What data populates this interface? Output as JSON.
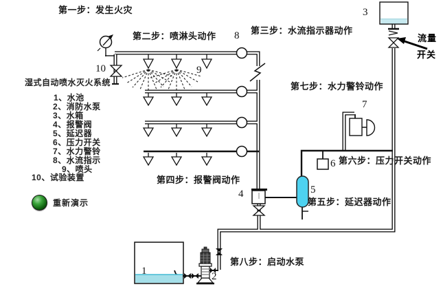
{
  "steps": {
    "step1": "第一步：发生火灾",
    "step2": "第二步：喷淋头动作",
    "step3": "第三步：水流指示器动作",
    "step4": "第四步：报警阀动作",
    "step5": "第五步：延迟器动作",
    "step6": "第六步：压力开关动作",
    "step7": "第七步：水力警铃动作",
    "step8": "第八步：启动水泵"
  },
  "legend": {
    "title": "湿式自动喷水灭火系统",
    "items": [
      "1、水池",
      "2、消防水泵",
      "3、水箱",
      "4、报警阀",
      "5、延迟器",
      "6、压力开关",
      "7、水力警铃",
      "8、水流指示",
      "9、喷头",
      "10、试验装置"
    ]
  },
  "replay_label": "重新演示",
  "flow_switch": {
    "line1": "流量",
    "line2": "开关"
  },
  "markers": {
    "pool": "1",
    "pump": "2",
    "tank": "3",
    "alarm_valve": "4",
    "retarder": "5",
    "pressure_switch": "6",
    "bell": "7",
    "flow_indicator": "8",
    "sprinkler": "9",
    "test_device": "10"
  },
  "colors": {
    "retarder_fill": "#4ed2f0",
    "tank_water": "#c7e9ef",
    "pool_water": "#a5dfe9",
    "button_green": "#2f9e2f"
  }
}
